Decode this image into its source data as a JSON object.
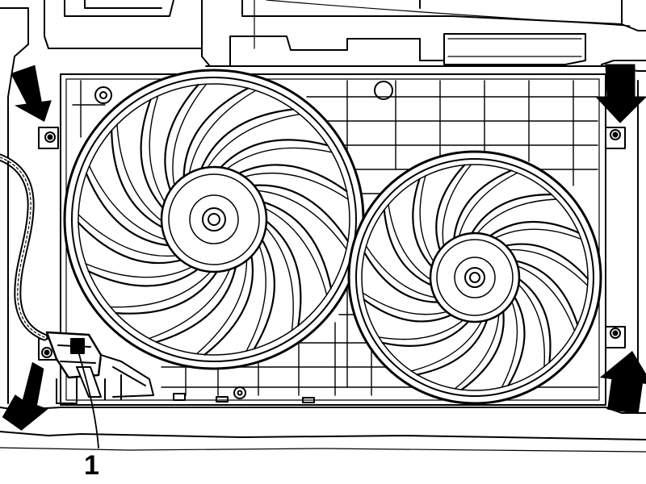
{
  "figure": {
    "callouts": [
      {
        "label": "1",
        "refers_to": "electrical-connector"
      }
    ],
    "arrows": [
      "mounting-bolt-top-left",
      "mounting-bolt-top-right",
      "mounting-bolt-bottom-left",
      "mounting-bolt-bottom-right"
    ],
    "fans": {
      "large": {
        "blade_count": 17
      },
      "small": {
        "blade_count": 15
      }
    },
    "colors": {
      "line": "#000000",
      "background": "#ffffff"
    }
  }
}
